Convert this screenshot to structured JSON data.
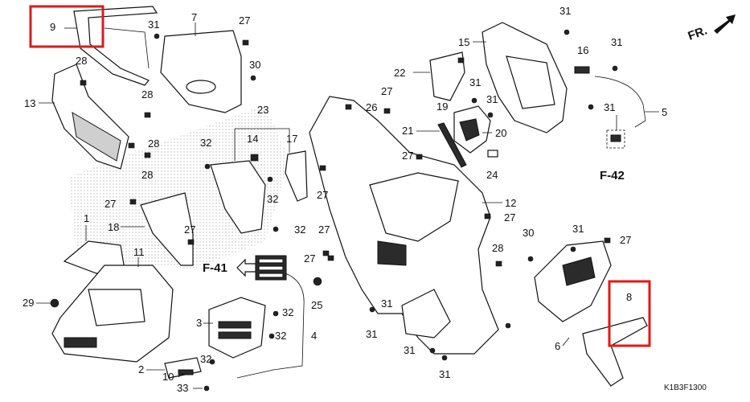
{
  "diagram": {
    "direction_label": "FR.",
    "drawing_code": "K1B3F1300",
    "ref_f41": "F-41",
    "ref_f42": "F-42",
    "highlight_color": "#e01919",
    "callouts": {
      "c9": "9",
      "c31a": "31",
      "c7": "7",
      "c27a": "27",
      "c30a": "30",
      "c28a": "28",
      "c13": "13",
      "c28b": "28",
      "c28c": "28",
      "c28d": "28",
      "c23": "23",
      "c14": "14",
      "c17": "17",
      "c32a": "32",
      "c32b": "32",
      "c32c": "32",
      "c27b": "27",
      "c1": "1",
      "c18": "18",
      "c27c": "27",
      "c11": "11",
      "c29": "29",
      "c3": "3",
      "c32d": "32",
      "c32e": "32",
      "c4": "4",
      "c32f": "32",
      "c2": "2",
      "c10": "10",
      "c33": "33",
      "c31b": "31",
      "c15": "15",
      "c31c": "31",
      "c16": "16",
      "c22": "22",
      "c27d": "27",
      "c26": "26",
      "c31d": "31",
      "c19": "19",
      "c31e": "31",
      "c31f": "31",
      "c5": "5",
      "c21": "21",
      "c20": "20",
      "c27e": "27",
      "c24": "24",
      "c27f": "27",
      "c12": "12",
      "c27g": "27",
      "c27h": "27",
      "c27i": "27",
      "c28e": "28",
      "c25": "25",
      "c31g": "31",
      "c31h": "31",
      "c30b": "30",
      "c31i": "31",
      "c27j": "27",
      "c8": "8",
      "c6": "6",
      "c31j": "31",
      "c31k": "31"
    }
  }
}
